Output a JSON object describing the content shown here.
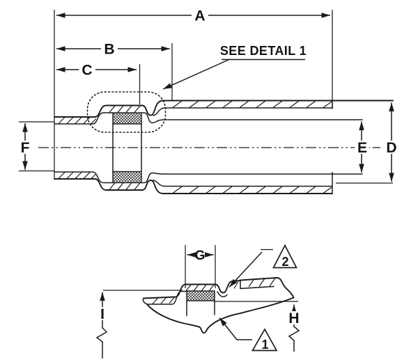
{
  "drawing": {
    "ink_color": "#1b1b1b",
    "background_color": "#ffffff",
    "main_view": {
      "callout_label": "SEE DETAIL 1",
      "dim_a": "A",
      "dim_b": "B",
      "dim_c": "C",
      "dim_d": "D",
      "dim_e": "E",
      "dim_f": "F"
    },
    "detail_view": {
      "dim_g": "G",
      "dim_h": "H",
      "dim_i": "I",
      "flag_1": "1",
      "flag_2": "2"
    }
  }
}
